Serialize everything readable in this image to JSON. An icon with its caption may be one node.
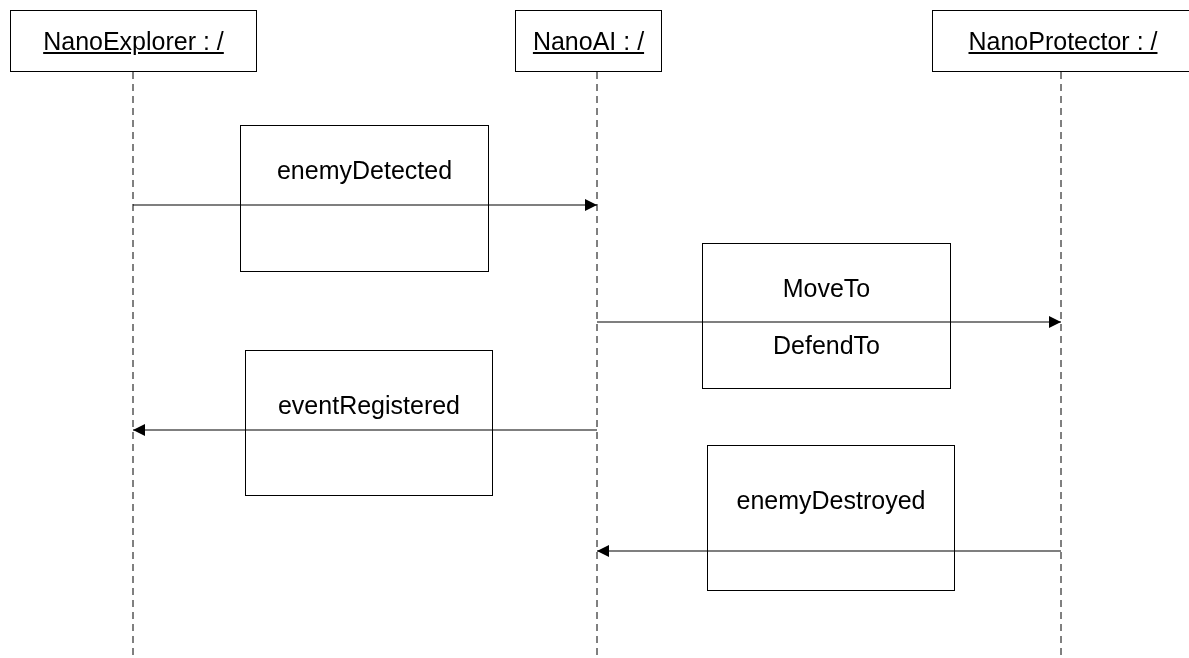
{
  "diagram": {
    "nodes": [
      {
        "text": [
          "NanoExplorer : /"
        ]
      },
      {
        "text": [
          "NanoAI : /"
        ]
      },
      {
        "text": [
          "NanoProtector : /"
        ]
      }
    ],
    "edges": [
      {
        "from": 0,
        "to": 1,
        "arrow": "to",
        "label": "enemyDetected"
      },
      {
        "from": 1,
        "to": 2,
        "arrow": "to",
        "label": "MoveTo DefendTo"
      },
      {
        "from": 1,
        "to": 0,
        "arrow": "to",
        "label": "eventRegistered"
      },
      {
        "from": 2,
        "to": 1,
        "arrow": "to",
        "label": "enemyDestroyed"
      }
    ]
  }
}
